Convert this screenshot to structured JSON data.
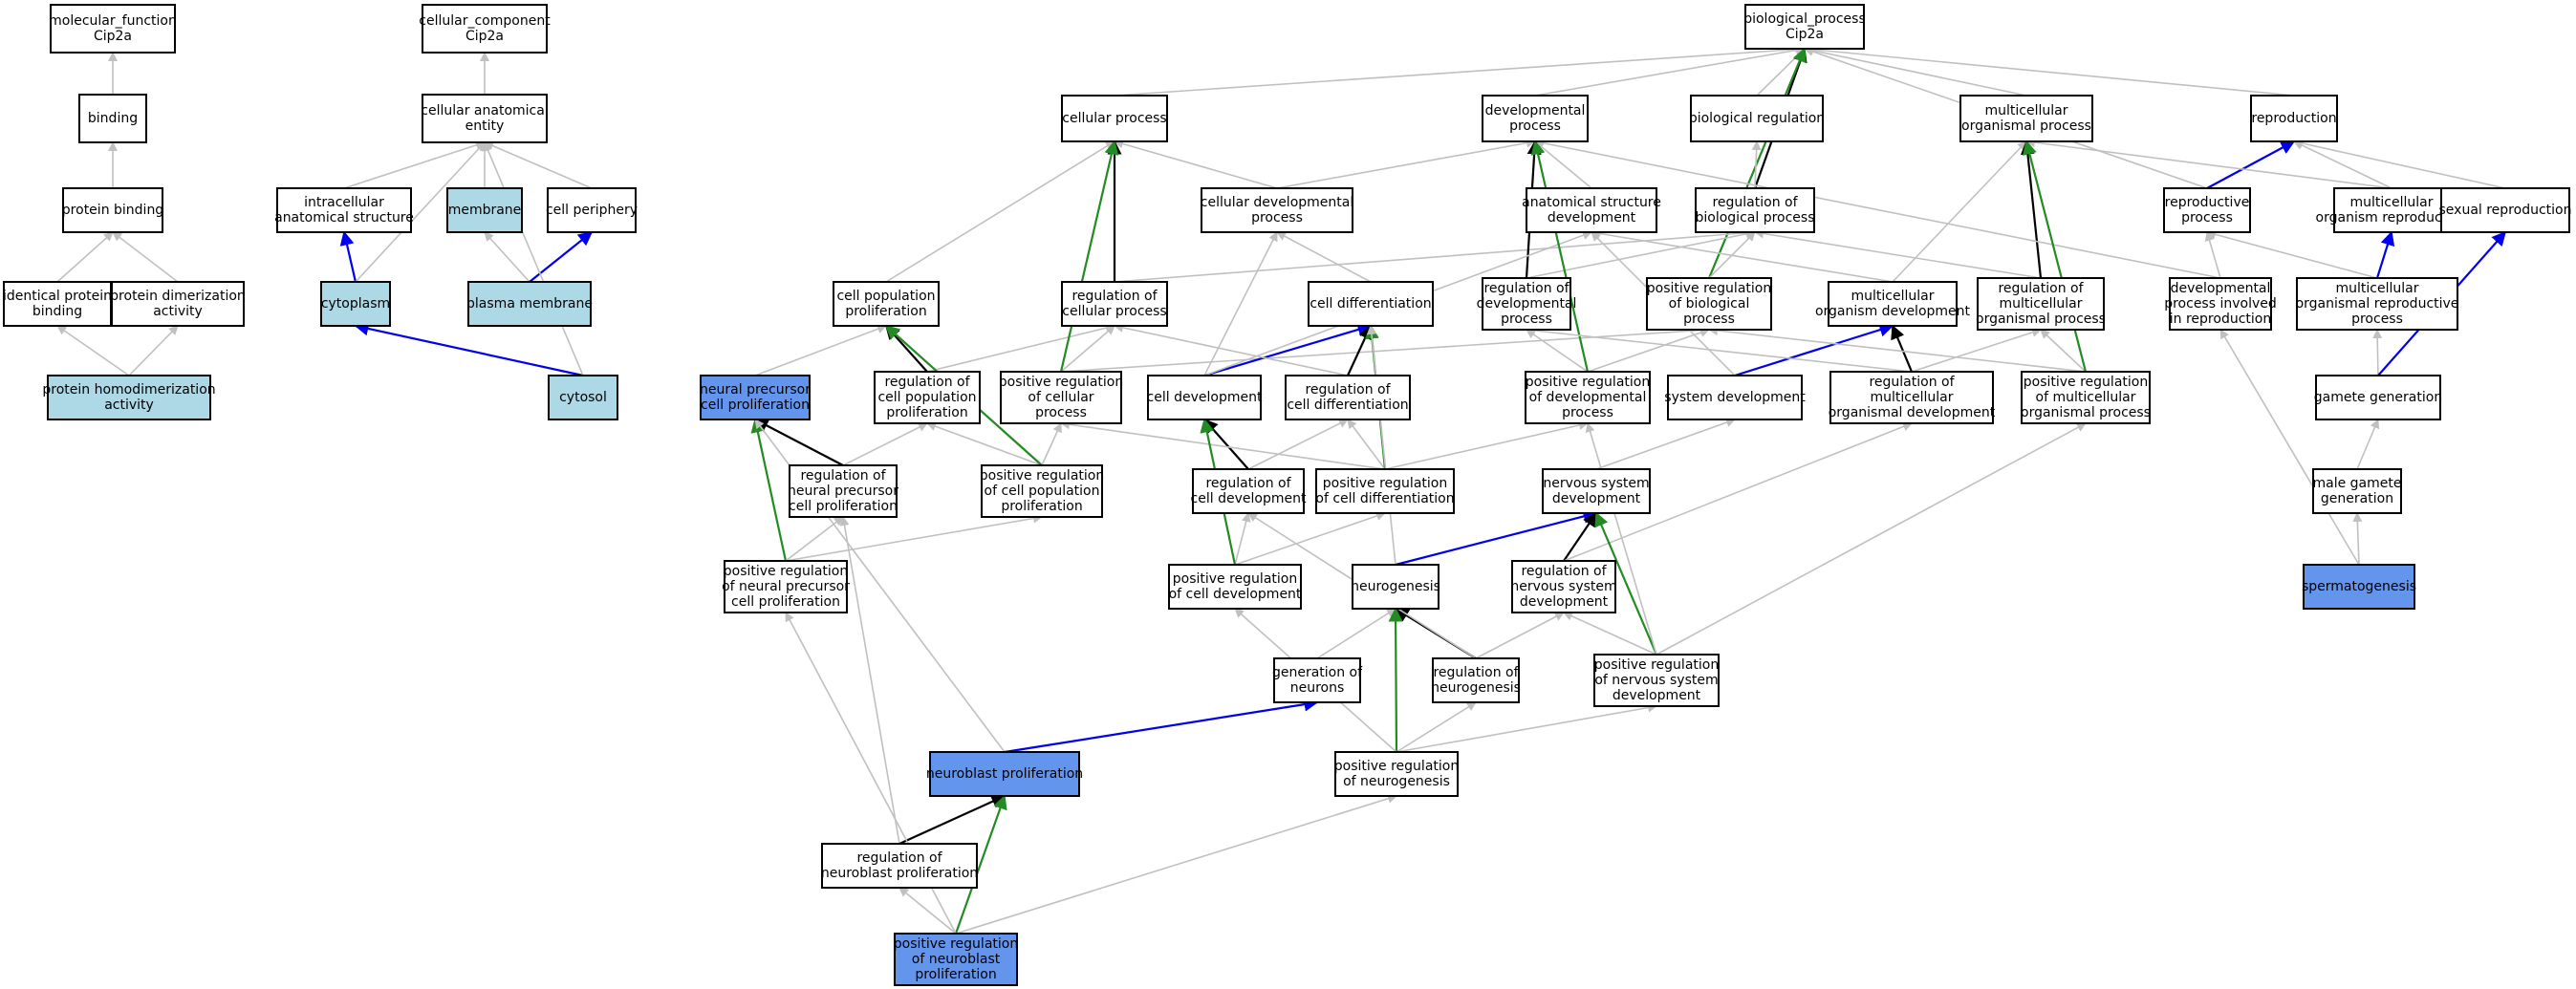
{
  "colors": {
    "plain": "#ffffff",
    "light": "#add8e6",
    "highlight": "#6495ed",
    "edge_gray": "#c0c0c0",
    "edge_black": "#000000",
    "edge_green": "#228b22",
    "edge_blue": "#0000ee"
  },
  "nodes": [
    {
      "id": "mf",
      "lines": [
        "molecular_function",
        "Cip2a"
      ],
      "fill": "plain"
    },
    {
      "id": "binding",
      "lines": [
        "binding"
      ],
      "fill": "plain"
    },
    {
      "id": "pbind",
      "lines": [
        "protein binding"
      ],
      "fill": "plain"
    },
    {
      "id": "idprot",
      "lines": [
        "identical protein",
        "binding"
      ],
      "fill": "plain"
    },
    {
      "id": "pdimer",
      "lines": [
        "protein dimerization",
        "activity"
      ],
      "fill": "plain"
    },
    {
      "id": "phomo",
      "lines": [
        "protein homodimerization",
        "activity"
      ],
      "fill": "light"
    },
    {
      "id": "cc",
      "lines": [
        "cellular_component",
        "Cip2a"
      ],
      "fill": "plain"
    },
    {
      "id": "cae",
      "lines": [
        "cellular anatomical",
        "entity"
      ],
      "fill": "plain"
    },
    {
      "id": "ias",
      "lines": [
        "intracellular",
        "anatomical structure"
      ],
      "fill": "plain"
    },
    {
      "id": "membrane",
      "lines": [
        "membrane"
      ],
      "fill": "light"
    },
    {
      "id": "cperiph",
      "lines": [
        "cell periphery"
      ],
      "fill": "plain"
    },
    {
      "id": "cytoplasm",
      "lines": [
        "cytoplasm"
      ],
      "fill": "light"
    },
    {
      "id": "pmem",
      "lines": [
        "plasma membrane"
      ],
      "fill": "light"
    },
    {
      "id": "cytosol",
      "lines": [
        "cytosol"
      ],
      "fill": "light"
    },
    {
      "id": "bp",
      "lines": [
        "biological_process",
        "Cip2a"
      ],
      "fill": "plain"
    },
    {
      "id": "cellproc",
      "lines": [
        "cellular process"
      ],
      "fill": "plain"
    },
    {
      "id": "devproc",
      "lines": [
        "developmental",
        "process"
      ],
      "fill": "plain"
    },
    {
      "id": "bioreg",
      "lines": [
        "biological regulation"
      ],
      "fill": "plain"
    },
    {
      "id": "mop",
      "lines": [
        "multicellular",
        "organismal process"
      ],
      "fill": "plain"
    },
    {
      "id": "repro",
      "lines": [
        "reproduction"
      ],
      "fill": "plain"
    },
    {
      "id": "celldevproc",
      "lines": [
        "cellular developmental",
        "process"
      ],
      "fill": "plain"
    },
    {
      "id": "asd",
      "lines": [
        "anatomical structure",
        "development"
      ],
      "fill": "plain"
    },
    {
      "id": "regbp",
      "lines": [
        "regulation of",
        "biological process"
      ],
      "fill": "plain"
    },
    {
      "id": "reproproc",
      "lines": [
        "reproductive",
        "process"
      ],
      "fill": "plain"
    },
    {
      "id": "mcorep",
      "lines": [
        "multicellular",
        "organism reproduction"
      ],
      "fill": "plain"
    },
    {
      "id": "sexrep",
      "lines": [
        "sexual reproduction"
      ],
      "fill": "plain"
    },
    {
      "id": "cpp",
      "lines": [
        "cell population",
        "proliferation"
      ],
      "fill": "plain"
    },
    {
      "id": "regcp",
      "lines": [
        "regulation of",
        "cellular process"
      ],
      "fill": "plain"
    },
    {
      "id": "celldiff",
      "lines": [
        "cell differentiation"
      ],
      "fill": "plain"
    },
    {
      "id": "regdev",
      "lines": [
        "regulation of",
        "developmental",
        "process"
      ],
      "fill": "plain"
    },
    {
      "id": "posregbp",
      "lines": [
        "positive regulation",
        "of biological",
        "process"
      ],
      "fill": "plain"
    },
    {
      "id": "mcod",
      "lines": [
        "multicellular",
        "organism development"
      ],
      "fill": "plain"
    },
    {
      "id": "regmop",
      "lines": [
        "regulation of",
        "multicellular",
        "organismal process"
      ],
      "fill": "plain"
    },
    {
      "id": "devrepro",
      "lines": [
        "developmental",
        "process involved",
        "in reproduction"
      ],
      "fill": "plain"
    },
    {
      "id": "morp",
      "lines": [
        "multicellular",
        "organismal reproductive",
        "process"
      ],
      "fill": "plain"
    },
    {
      "id": "npcp",
      "lines": [
        "neural precursor",
        "cell proliferation"
      ],
      "fill": "highlight"
    },
    {
      "id": "regcpp",
      "lines": [
        "regulation of",
        "cell population",
        "proliferation"
      ],
      "fill": "plain"
    },
    {
      "id": "posregcp",
      "lines": [
        "positive regulation",
        "of cellular",
        "process"
      ],
      "fill": "plain"
    },
    {
      "id": "celldev",
      "lines": [
        "cell development"
      ],
      "fill": "plain"
    },
    {
      "id": "regcd",
      "lines": [
        "regulation of",
        "cell differentiation"
      ],
      "fill": "plain"
    },
    {
      "id": "posregdev",
      "lines": [
        "positive regulation",
        "of developmental",
        "process"
      ],
      "fill": "plain"
    },
    {
      "id": "sysdev",
      "lines": [
        "system development"
      ],
      "fill": "plain"
    },
    {
      "id": "regmod",
      "lines": [
        "regulation of",
        "multicellular",
        "organismal development"
      ],
      "fill": "plain"
    },
    {
      "id": "posregmop",
      "lines": [
        "positive regulation",
        "of multicellular",
        "organismal process"
      ],
      "fill": "plain"
    },
    {
      "id": "gamgen",
      "lines": [
        "gamete generation"
      ],
      "fill": "plain"
    },
    {
      "id": "regnpcp",
      "lines": [
        "regulation of",
        "neural precursor",
        "cell proliferation"
      ],
      "fill": "plain"
    },
    {
      "id": "posregcpp",
      "lines": [
        "positive regulation",
        "of cell population",
        "proliferation"
      ],
      "fill": "plain"
    },
    {
      "id": "regcdev",
      "lines": [
        "regulation of",
        "cell development"
      ],
      "fill": "plain"
    },
    {
      "id": "posregcd",
      "lines": [
        "positive regulation",
        "of cell differentiation"
      ],
      "fill": "plain"
    },
    {
      "id": "nsd",
      "lines": [
        "nervous system",
        "development"
      ],
      "fill": "plain"
    },
    {
      "id": "malegam",
      "lines": [
        "male gamete",
        "generation"
      ],
      "fill": "plain"
    },
    {
      "id": "posregnpcp",
      "lines": [
        "positive regulation",
        "of neural precursor",
        "cell proliferation"
      ],
      "fill": "plain"
    },
    {
      "id": "posregcdev",
      "lines": [
        "positive regulation",
        "of cell development"
      ],
      "fill": "plain"
    },
    {
      "id": "neurogen",
      "lines": [
        "neurogenesis"
      ],
      "fill": "plain"
    },
    {
      "id": "regnsd",
      "lines": [
        "regulation of",
        "nervous system",
        "development"
      ],
      "fill": "plain"
    },
    {
      "id": "spermato",
      "lines": [
        "spermatogenesis"
      ],
      "fill": "highlight"
    },
    {
      "id": "genneur",
      "lines": [
        "generation of",
        "neurons"
      ],
      "fill": "plain"
    },
    {
      "id": "regneurog",
      "lines": [
        "regulation of",
        "neurogenesis"
      ],
      "fill": "plain"
    },
    {
      "id": "posregnsd",
      "lines": [
        "positive regulation",
        "of nervous system",
        "development"
      ],
      "fill": "plain"
    },
    {
      "id": "neurobl",
      "lines": [
        "neuroblast proliferation"
      ],
      "fill": "highlight"
    },
    {
      "id": "posregneurog",
      "lines": [
        "positive regulation",
        "of neurogenesis"
      ],
      "fill": "plain"
    },
    {
      "id": "regneurobl",
      "lines": [
        "regulation of",
        "neuroblast proliferation"
      ],
      "fill": "plain"
    },
    {
      "id": "posregneurobl",
      "lines": [
        "positive regulation",
        "of neuroblast",
        "proliferation"
      ],
      "fill": "highlight"
    }
  ],
  "edges": [
    [
      "binding",
      "mf",
      "edge_gray"
    ],
    [
      "pbind",
      "binding",
      "edge_gray"
    ],
    [
      "idprot",
      "pbind",
      "edge_gray"
    ],
    [
      "pdimer",
      "pbind",
      "edge_gray"
    ],
    [
      "phomo",
      "idprot",
      "edge_gray"
    ],
    [
      "phomo",
      "pdimer",
      "edge_gray"
    ],
    [
      "cae",
      "cc",
      "edge_gray"
    ],
    [
      "ias",
      "cae",
      "edge_gray"
    ],
    [
      "membrane",
      "cae",
      "edge_gray"
    ],
    [
      "cperiph",
      "cae",
      "edge_gray"
    ],
    [
      "cytoplasm",
      "ias",
      "edge_blue"
    ],
    [
      "cytoplasm",
      "cae",
      "edge_gray"
    ],
    [
      "pmem",
      "membrane",
      "edge_gray"
    ],
    [
      "pmem",
      "cperiph",
      "edge_blue"
    ],
    [
      "cytosol",
      "cytoplasm",
      "edge_blue"
    ],
    [
      "cytosol",
      "cae",
      "edge_gray"
    ],
    [
      "cellproc",
      "bp",
      "edge_gray"
    ],
    [
      "devproc",
      "bp",
      "edge_gray"
    ],
    [
      "bioreg",
      "bp",
      "edge_gray"
    ],
    [
      "mop",
      "bp",
      "edge_gray"
    ],
    [
      "repro",
      "bp",
      "edge_gray"
    ],
    [
      "regbp",
      "bp",
      "edge_black"
    ],
    [
      "posregbp",
      "bp",
      "edge_green"
    ],
    [
      "reproproc",
      "bp",
      "edge_gray"
    ],
    [
      "celldevproc",
      "cellproc",
      "edge_gray"
    ],
    [
      "celldevproc",
      "devproc",
      "edge_gray"
    ],
    [
      "asd",
      "devproc",
      "edge_gray"
    ],
    [
      "regbp",
      "bioreg",
      "edge_gray"
    ],
    [
      "reproproc",
      "repro",
      "edge_blue"
    ],
    [
      "mcorep",
      "repro",
      "edge_gray"
    ],
    [
      "mcorep",
      "mop",
      "edge_gray"
    ],
    [
      "sexrep",
      "repro",
      "edge_gray"
    ],
    [
      "cpp",
      "cellproc",
      "edge_gray"
    ],
    [
      "regcp",
      "cellproc",
      "edge_black"
    ],
    [
      "regcp",
      "regbp",
      "edge_gray"
    ],
    [
      "celldiff",
      "celldevproc",
      "edge_gray"
    ],
    [
      "regdev",
      "devproc",
      "edge_black"
    ],
    [
      "regdev",
      "regbp",
      "edge_gray"
    ],
    [
      "posregbp",
      "regbp",
      "edge_gray"
    ],
    [
      "mcod",
      "mop",
      "edge_gray"
    ],
    [
      "mcod",
      "asd",
      "edge_gray"
    ],
    [
      "regmop",
      "mop",
      "edge_black"
    ],
    [
      "regmop",
      "regbp",
      "edge_gray"
    ],
    [
      "devrepro",
      "reproproc",
      "edge_gray"
    ],
    [
      "devrepro",
      "devproc",
      "edge_gray"
    ],
    [
      "morp",
      "mcorep",
      "edge_blue"
    ],
    [
      "morp",
      "reproproc",
      "edge_gray"
    ],
    [
      "npcp",
      "cpp",
      "edge_gray"
    ],
    [
      "regcpp",
      "cpp",
      "edge_black"
    ],
    [
      "regcpp",
      "regcp",
      "edge_gray"
    ],
    [
      "posregcp",
      "regcp",
      "edge_gray"
    ],
    [
      "posregcp",
      "cellproc",
      "edge_green"
    ],
    [
      "posregcp",
      "posregbp",
      "edge_gray"
    ],
    [
      "celldev",
      "celldiff",
      "edge_blue"
    ],
    [
      "celldev",
      "celldevproc",
      "edge_gray"
    ],
    [
      "celldev",
      "asd",
      "edge_gray"
    ],
    [
      "regcd",
      "celldiff",
      "edge_black"
    ],
    [
      "regcd",
      "regcp",
      "edge_gray"
    ],
    [
      "posregdev",
      "regdev",
      "edge_gray"
    ],
    [
      "posregdev",
      "devproc",
      "edge_green"
    ],
    [
      "posregdev",
      "posregbp",
      "edge_gray"
    ],
    [
      "sysdev",
      "mcod",
      "edge_blue"
    ],
    [
      "sysdev",
      "asd",
      "edge_gray"
    ],
    [
      "regmod",
      "mcod",
      "edge_black"
    ],
    [
      "regmod",
      "regmop",
      "edge_gray"
    ],
    [
      "regmod",
      "regdev",
      "edge_gray"
    ],
    [
      "posregmop",
      "regmop",
      "edge_gray"
    ],
    [
      "posregmop",
      "mop",
      "edge_green"
    ],
    [
      "posregmop",
      "posregbp",
      "edge_gray"
    ],
    [
      "gamgen",
      "morp",
      "edge_gray"
    ],
    [
      "gamgen",
      "sexrep",
      "edge_blue"
    ],
    [
      "regnpcp",
      "npcp",
      "edge_black"
    ],
    [
      "regnpcp",
      "regcpp",
      "edge_gray"
    ],
    [
      "posregcpp",
      "regcpp",
      "edge_gray"
    ],
    [
      "posregcpp",
      "cpp",
      "edge_green"
    ],
    [
      "posregcpp",
      "posregcp",
      "edge_gray"
    ],
    [
      "regcdev",
      "celldev",
      "edge_black"
    ],
    [
      "regcdev",
      "regcd",
      "edge_gray"
    ],
    [
      "posregcd",
      "regcd",
      "edge_gray"
    ],
    [
      "posregcd",
      "celldiff",
      "edge_green"
    ],
    [
      "posregcd",
      "posregdev",
      "edge_gray"
    ],
    [
      "posregcd",
      "posregcp",
      "edge_gray"
    ],
    [
      "nsd",
      "sysdev",
      "edge_gray"
    ],
    [
      "malegam",
      "gamgen",
      "edge_gray"
    ],
    [
      "posregnpcp",
      "npcp",
      "edge_green"
    ],
    [
      "posregnpcp",
      "regnpcp",
      "edge_gray"
    ],
    [
      "posregnpcp",
      "posregcpp",
      "edge_gray"
    ],
    [
      "posregcdev",
      "regcdev",
      "edge_gray"
    ],
    [
      "posregcdev",
      "celldev",
      "edge_green"
    ],
    [
      "posregcdev",
      "posregcd",
      "edge_gray"
    ],
    [
      "neurogen",
      "nsd",
      "edge_blue"
    ],
    [
      "neurogen",
      "celldiff",
      "edge_gray"
    ],
    [
      "regnsd",
      "nsd",
      "edge_black"
    ],
    [
      "regnsd",
      "regmod",
      "edge_gray"
    ],
    [
      "spermato",
      "malegam",
      "edge_gray"
    ],
    [
      "spermato",
      "devrepro",
      "edge_gray"
    ],
    [
      "genneur",
      "neurogen",
      "edge_gray"
    ],
    [
      "regneurog",
      "neurogen",
      "edge_black"
    ],
    [
      "regneurog",
      "regnsd",
      "edge_gray"
    ],
    [
      "regneurog",
      "regcdev",
      "edge_gray"
    ],
    [
      "posregnsd",
      "regnsd",
      "edge_gray"
    ],
    [
      "posregnsd",
      "nsd",
      "edge_green"
    ],
    [
      "posregnsd",
      "posregdev",
      "edge_gray"
    ],
    [
      "posregnsd",
      "posregmop",
      "edge_gray"
    ],
    [
      "neurobl",
      "genneur",
      "edge_blue"
    ],
    [
      "neurobl",
      "npcp",
      "edge_gray"
    ],
    [
      "posregneurog",
      "regneurog",
      "edge_gray"
    ],
    [
      "posregneurog",
      "neurogen",
      "edge_green"
    ],
    [
      "posregneurog",
      "posregnsd",
      "edge_gray"
    ],
    [
      "posregneurog",
      "posregcdev",
      "edge_gray"
    ],
    [
      "regneurobl",
      "neurobl",
      "edge_black"
    ],
    [
      "regneurobl",
      "regnpcp",
      "edge_gray"
    ],
    [
      "posregneurobl",
      "regneurobl",
      "edge_gray"
    ],
    [
      "posregneurobl",
      "neurobl",
      "edge_green"
    ],
    [
      "posregneurobl",
      "posregnpcp",
      "edge_gray"
    ],
    [
      "posregneurobl",
      "posregneurog",
      "edge_gray"
    ]
  ]
}
